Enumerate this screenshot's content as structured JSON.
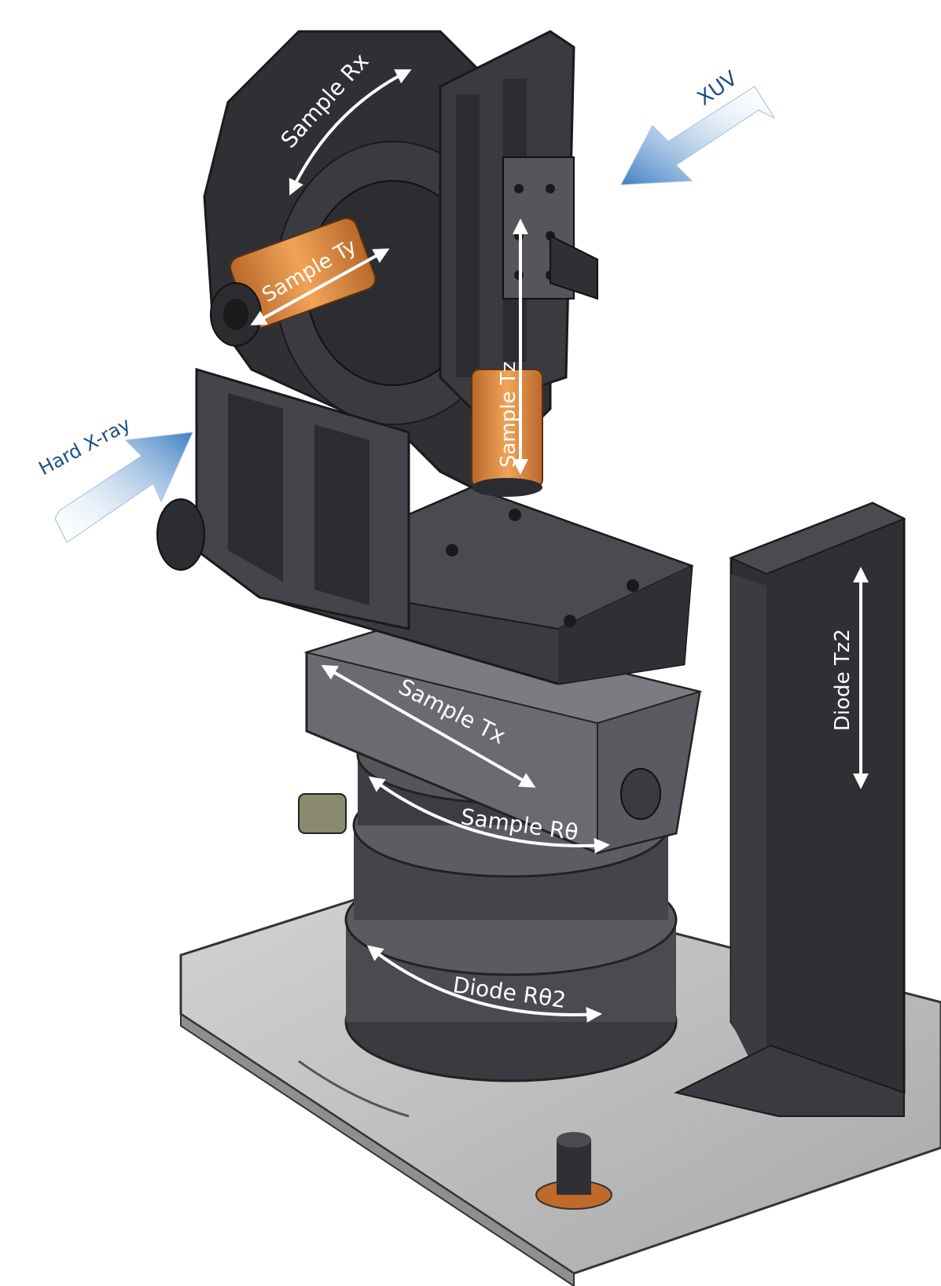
{
  "labels": {
    "sample_rx": "Sample Rx",
    "sample_ty": "Sample Ty",
    "sample_tz": "Sample Tz",
    "sample_tx": "Sample Tx",
    "sample_rtheta": "Sample Rθ",
    "diode_rtheta2": "Diode Rθ2",
    "diode_tz2": "Diode Tz2",
    "xuv": "XUV",
    "hard_xray": "Hard X-ray"
  },
  "colors": {
    "body_dark": "#2f3034",
    "body_mid": "#4a4b50",
    "body_light": "#6a6b70",
    "base_plate": "#b9b9b9",
    "orange": "#e08b3e",
    "beam_blue": "#3f7fc3",
    "arrow_white": "#ffffff"
  },
  "icons": {
    "xuv_beam": "arrow-left-down-icon",
    "hard_xray_beam": "arrow-right-up-icon"
  }
}
